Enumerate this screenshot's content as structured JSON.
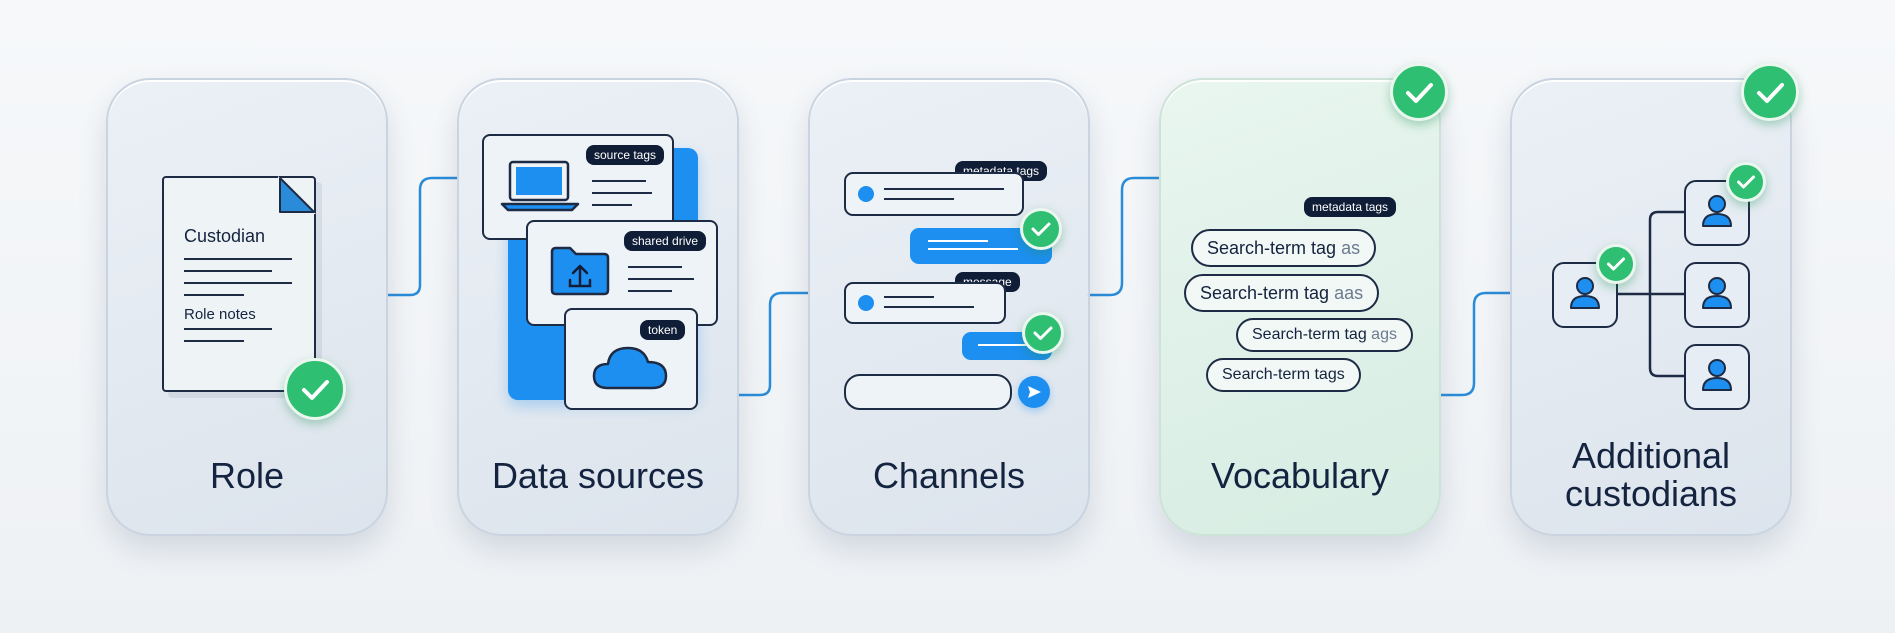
{
  "steps": [
    {
      "title": "Role",
      "doc_heading": "Custodian",
      "doc_subheading": "Role notes",
      "completed": true
    },
    {
      "title": "Data sources",
      "tags": [
        "source tags",
        "shared drive",
        "token"
      ],
      "completed": false
    },
    {
      "title": "Channels",
      "tags": [
        "metadata tags",
        "message"
      ],
      "completed": false
    },
    {
      "title": "Vocabulary",
      "tag_label": "metadata tags",
      "chips": [
        {
          "main": "Search-term tag",
          "suffix": "as"
        },
        {
          "main": "Search-term tag",
          "suffix": "aas"
        },
        {
          "main": "Search-term tag",
          "suffix": "ags"
        },
        {
          "main": "Search-term tags",
          "suffix": ""
        }
      ],
      "completed": true
    },
    {
      "title_line1": "Additional",
      "title_line2": "custodians",
      "completed": true
    }
  ],
  "colors": {
    "accent_blue": "#1d8ff0",
    "check_green": "#2fbf72",
    "ink": "#14233f"
  },
  "icons": [
    "document-icon",
    "laptop-icon",
    "folder-upload-icon",
    "cloud-icon",
    "send-icon",
    "user-icon",
    "check-icon"
  ]
}
